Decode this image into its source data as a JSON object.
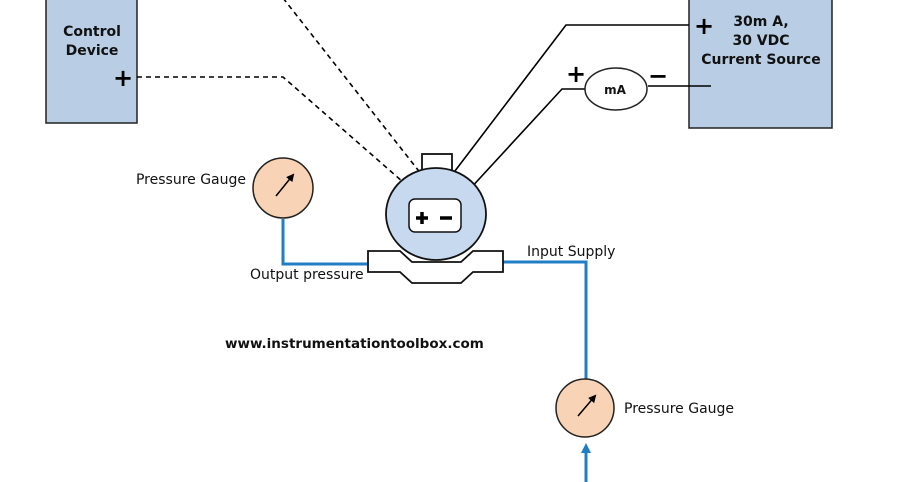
{
  "control_device": {
    "label_line1": "Control",
    "label_line2": "Device",
    "terminal": "+"
  },
  "current_source": {
    "label_line1": "30m A,",
    "label_line2": "30 VDC",
    "label_line3": "Current Source",
    "terminal": "+"
  },
  "milliammeter": {
    "label": "mA",
    "plus": "+",
    "minus": "−"
  },
  "gauges": {
    "output": {
      "label": "Pressure Gauge"
    },
    "input": {
      "label": "Pressure Gauge"
    }
  },
  "ports": {
    "output_label": "Output pressure",
    "input_label": "Input Supply"
  },
  "website": "www.instrumentationtoolbox.com",
  "colors": {
    "box_fill": "#b9cde4",
    "gauge_fill": "#f9d3b5",
    "transducer_fill": "#c6d9ef",
    "pipe": "#1f7ec4",
    "wire": "#000000"
  }
}
